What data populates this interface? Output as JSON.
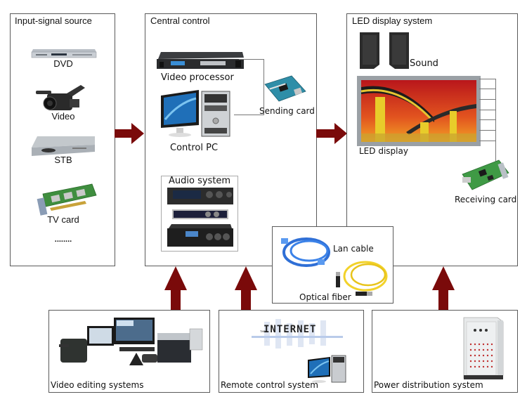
{
  "colors": {
    "arrow": "#7a0a0a",
    "border": "#5a5a5a",
    "connector": "#777777"
  },
  "panels": {
    "input": {
      "title": "Input-signal source",
      "items": [
        {
          "label": "DVD",
          "icon": "dvd-player-icon"
        },
        {
          "label": "Video",
          "icon": "video-camera-icon"
        },
        {
          "label": "STB",
          "icon": "set-top-box-icon"
        },
        {
          "label": "TV card",
          "icon": "tv-card-icon"
        },
        {
          "label": "........",
          "icon": ""
        }
      ]
    },
    "central": {
      "title": "Central control",
      "items": [
        {
          "label": "Video processor",
          "icon": "video-processor-icon"
        },
        {
          "label": "Control PC",
          "icon": "desktop-pc-icon"
        },
        {
          "label": "Sending card",
          "icon": "sending-card-icon"
        },
        {
          "label": "Audio system",
          "icon": "audio-amplifier-icon"
        }
      ]
    },
    "led": {
      "title": "LED display system",
      "items": [
        {
          "label": "Sound",
          "icon": "speaker-icon"
        },
        {
          "label": "LED display",
          "icon": "led-display-icon"
        },
        {
          "label": "Receiving card",
          "icon": "receiving-card-icon"
        }
      ]
    },
    "cables": {
      "items": [
        {
          "label": "Lan cable",
          "icon": "lan-cable-icon"
        },
        {
          "label": "Optical fiber",
          "icon": "optical-fiber-icon"
        }
      ]
    },
    "video_editing": {
      "title": "Video editing systems",
      "icon": "video-editing-equipment-icon"
    },
    "remote": {
      "title": "Remote control system",
      "internet_logo": "INTERNET",
      "internet_prefix": "THE",
      "icon": "desktop-pc-icon"
    },
    "power": {
      "title": "Power distribution system",
      "icon": "power-cabinet-icon"
    }
  }
}
